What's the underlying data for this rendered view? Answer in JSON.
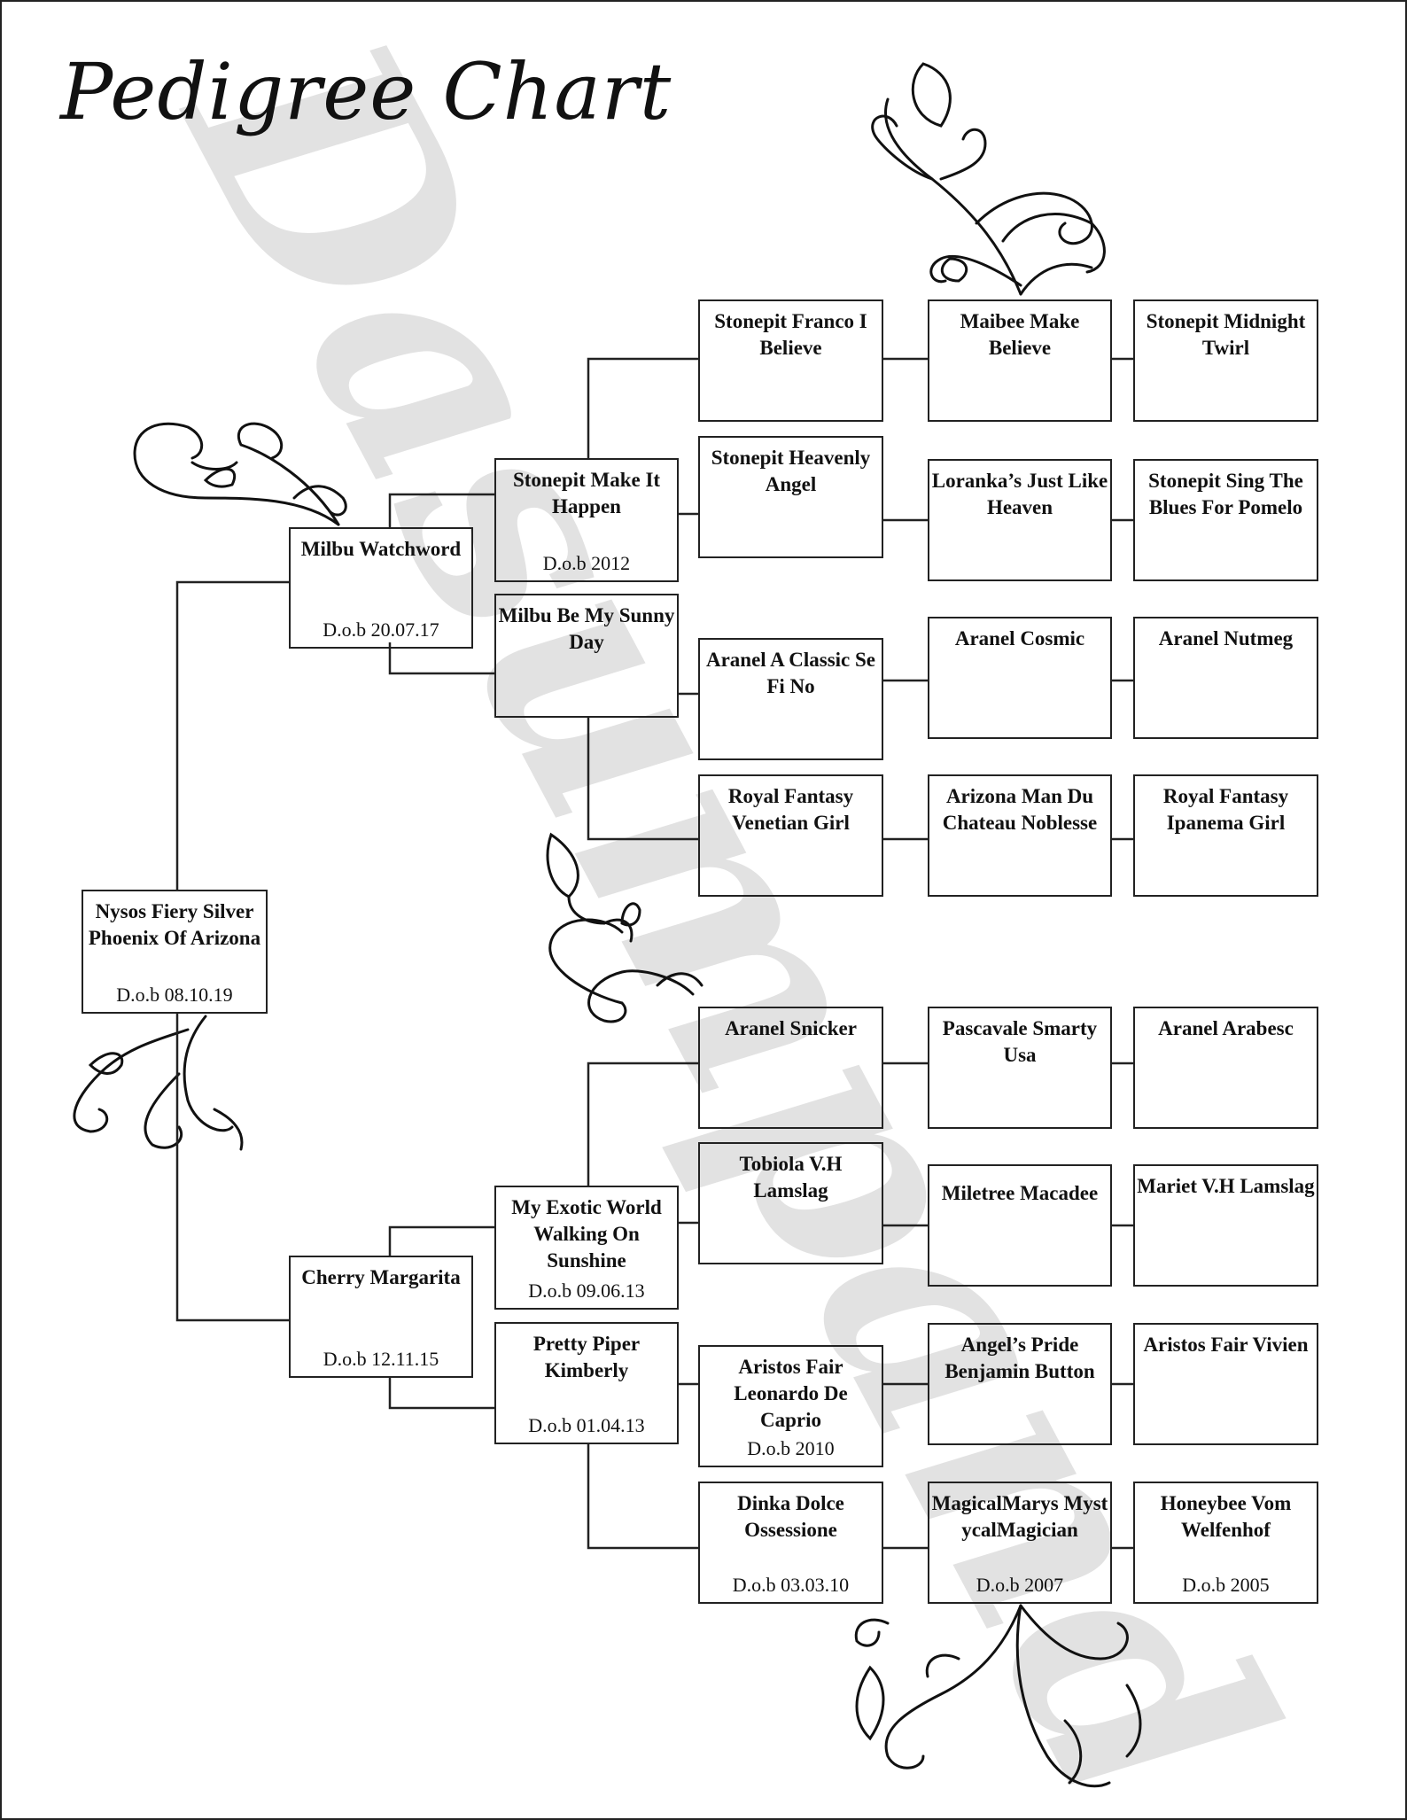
{
  "title": "Pedigree Chart",
  "watermark": "Dasumpand",
  "dog": {
    "name": "Nysos Fiery Silver Phoenix Of Arizona",
    "dob": "D.o.b 08.10.19"
  },
  "sire": {
    "name": "Milbu Watchword",
    "dob": "D.o.b 20.07.17"
  },
  "dam": {
    "name": "Cherry Margarita",
    "dob": "D.o.b 12.11.15"
  },
  "sire_sire": {
    "name": "Stonepit Make It Happen",
    "dob": "D.o.b 2012"
  },
  "sire_dam": {
    "name": "Milbu Be My Sunny Day",
    "dob": ""
  },
  "dam_sire": {
    "name": "My Exotic World Walking On Sunshine",
    "dob": "D.o.b 09.06.13"
  },
  "dam_dam": {
    "name": "Pretty Piper Kimberly",
    "dob": "D.o.b 01.04.13"
  },
  "gen3": [
    {
      "name": "Stonepit Franco I Believe",
      "dob": ""
    },
    {
      "name": "Stonepit Heavenly Angel",
      "dob": ""
    },
    {
      "name": "Aranel A Classic Se Fi No",
      "dob": ""
    },
    {
      "name": "Royal Fantasy Venetian Girl",
      "dob": ""
    },
    {
      "name": "Aranel Snicker",
      "dob": ""
    },
    {
      "name": "Tobiola V.H Lamslag",
      "dob": ""
    },
    {
      "name": "Aristos Fair Leonardo De Caprio",
      "dob": "D.o.b 2010"
    },
    {
      "name": "Dinka Dolce Ossessione",
      "dob": "D.o.b 03.03.10"
    }
  ],
  "gen4": [
    {
      "name": "Maibee Make Believe",
      "dob": ""
    },
    {
      "name": "Loranka’s Just Like Heaven",
      "dob": ""
    },
    {
      "name": "Aranel Cosmic",
      "dob": ""
    },
    {
      "name": "Arizona Man Du Chateau Noblesse",
      "dob": ""
    },
    {
      "name": "Pascavale Smarty Usa",
      "dob": ""
    },
    {
      "name": "Miletree Macadee",
      "dob": ""
    },
    {
      "name": "Angel’s Pride Benjamin Button",
      "dob": ""
    },
    {
      "name": "MagicalMarys MystycalMagician",
      "dob": "D.o.b 2007"
    }
  ],
  "gen5": [
    {
      "name": "Stonepit Midnight Twirl",
      "dob": ""
    },
    {
      "name": "Stonepit Sing The Blues For Pomelo",
      "dob": ""
    },
    {
      "name": "Aranel Nutmeg",
      "dob": ""
    },
    {
      "name": "Royal Fantasy Ipanema Girl",
      "dob": ""
    },
    {
      "name": "Aranel Arabesc",
      "dob": ""
    },
    {
      "name": "Mariet V.H Lamslag",
      "dob": ""
    },
    {
      "name": "Aristos Fair Vivien",
      "dob": ""
    },
    {
      "name": "Honeybee Vom Welfenhof",
      "dob": "D.o.b 2005"
    }
  ]
}
